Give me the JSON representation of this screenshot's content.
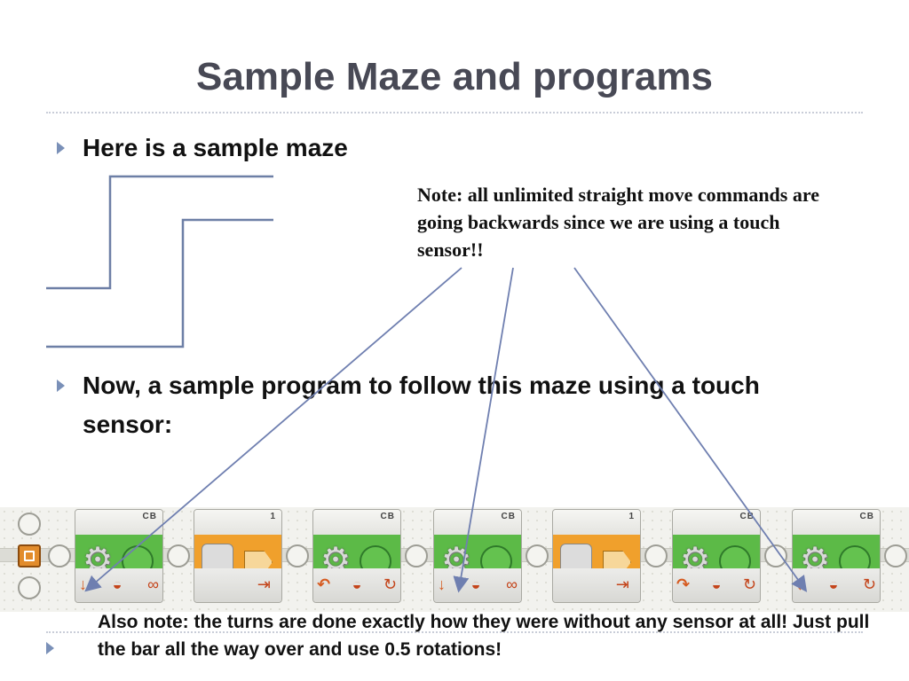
{
  "title": "Sample Maze and programs",
  "bullets": [
    {
      "text": "Here is a sample maze"
    },
    {
      "text": "Now, a sample program to follow this maze using a touch sensor:"
    }
  ],
  "note": "Note:  all unlimited straight move commands are going backwards since we are using a touch sensor!!",
  "bottom_note": "Also note:  the turns are done exactly how they were without any sensor at all!  Just pull the bar all the way over and use 0.5 rotations!",
  "colors": {
    "title": "#484955",
    "bullet": "#7a90b8",
    "move_block": "#5cba47",
    "wait_block": "#f0a02c",
    "arrow": "#6f7fb0"
  },
  "program_blocks": [
    {
      "type": "move",
      "port": "CB",
      "direction_icon": "arrow-down-icon",
      "duration_icon": "infinity-icon",
      "direction": "↓",
      "duration": "∞"
    },
    {
      "type": "wait",
      "port": "1",
      "end_icon": "exit-arrow-icon",
      "end": "⇥"
    },
    {
      "type": "move",
      "port": "CB",
      "direction_icon": "steer-left-icon",
      "duration_icon": "rotation-icon",
      "direction": "↶",
      "duration": "↻"
    },
    {
      "type": "move",
      "port": "CB",
      "direction_icon": "arrow-down-icon",
      "duration_icon": "infinity-icon",
      "direction": "↓",
      "duration": "∞"
    },
    {
      "type": "wait",
      "port": "1",
      "end_icon": "exit-arrow-icon",
      "end": "⇥"
    },
    {
      "type": "move",
      "port": "CB",
      "direction_icon": "steer-right-icon",
      "duration_icon": "rotation-icon",
      "direction": "↷",
      "duration": "↻"
    },
    {
      "type": "move",
      "port": "CB",
      "direction_icon": "arrow-down-icon",
      "duration_icon": "rotation-icon",
      "direction": "↓",
      "duration": "↻"
    }
  ],
  "power_icon": "◒"
}
